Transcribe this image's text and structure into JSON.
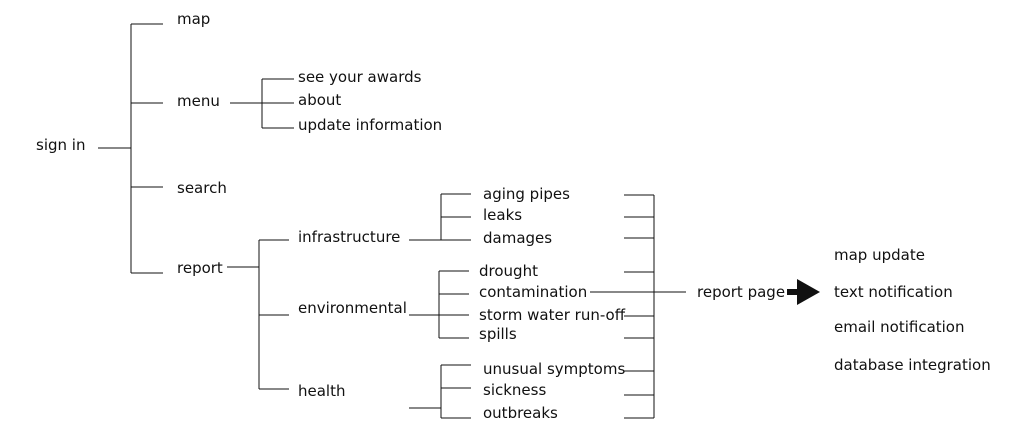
{
  "root": "sign in",
  "level1": {
    "map": "map",
    "menu": "menu",
    "search": "search",
    "report": "report"
  },
  "menu_items": [
    "see your awards",
    "about",
    "update information"
  ],
  "report_categories": {
    "infrastructure": "infrastructure",
    "environmental": "environmental",
    "health": "health"
  },
  "infrastructure_items": [
    "aging pipes",
    "leaks",
    "damages"
  ],
  "environmental_items": [
    "drought",
    "contamination",
    "storm water run-off",
    "spills"
  ],
  "health_items": [
    "unusual symptoms",
    "sickness",
    "outbreaks"
  ],
  "report_page": "report page",
  "outputs": [
    "map update",
    "text notification",
    "email notification",
    "database integration"
  ],
  "colors": {
    "line": "#111111",
    "text": "#111111",
    "arrow": "#111111"
  }
}
